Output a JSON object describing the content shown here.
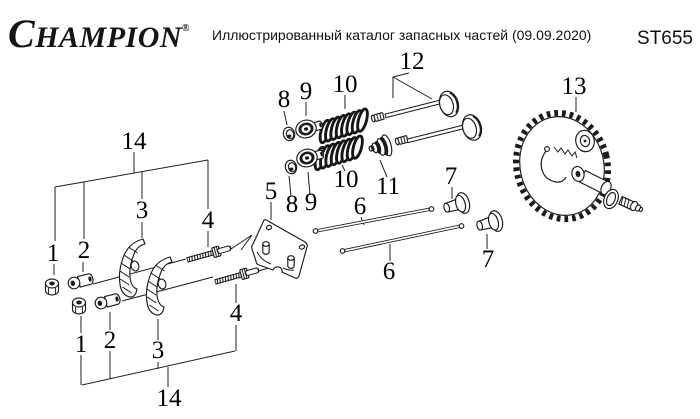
{
  "header": {
    "brand": "CHAMPION",
    "brand_registered": "®",
    "title": "Иллюстрированный каталог запасных частей (09.09.2020)",
    "model": "ST655"
  },
  "diagram": {
    "ink_color": "#1b1b1b",
    "labels": {
      "1": "1",
      "2": "2",
      "3": "3",
      "4": "4",
      "5": "5",
      "6": "6",
      "7": "7",
      "8": "8",
      "9": "9",
      "10": "10",
      "11": "11",
      "12": "12",
      "13": "13",
      "14": "14"
    },
    "parts": [
      {
        "ref": "1",
        "shape": "flange-nut"
      },
      {
        "ref": "2",
        "shape": "pivot-ball-with-sleeve"
      },
      {
        "ref": "3",
        "shape": "rocker-arm"
      },
      {
        "ref": "4",
        "shape": "rocker-stud"
      },
      {
        "ref": "5",
        "shape": "push-rod-guide-plate"
      },
      {
        "ref": "6",
        "shape": "push-rod"
      },
      {
        "ref": "7",
        "shape": "valve-tappet"
      },
      {
        "ref": "8",
        "shape": "valve-stem-cap"
      },
      {
        "ref": "9",
        "shape": "valve-spring-retainer"
      },
      {
        "ref": "10",
        "shape": "valve-spring"
      },
      {
        "ref": "11",
        "shape": "valve-rotator"
      },
      {
        "ref": "12",
        "shape": "valve-pair"
      },
      {
        "ref": "13",
        "shape": "camshaft-assembly"
      },
      {
        "ref": "14",
        "shape": "rocker-arm-kit"
      }
    ]
  }
}
